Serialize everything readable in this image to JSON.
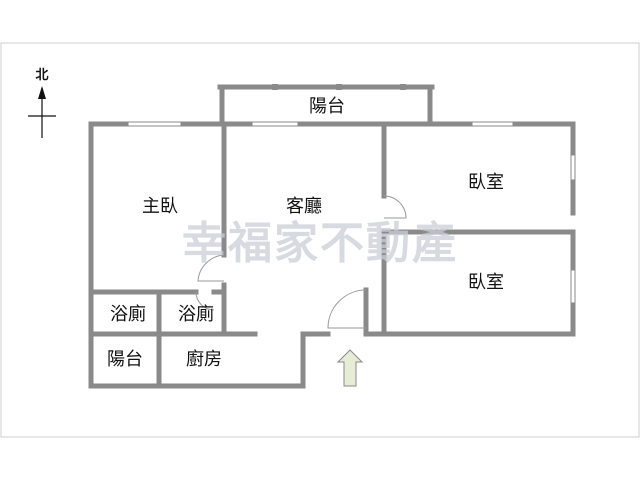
{
  "compass": {
    "label": "北"
  },
  "rooms": {
    "balcony_north": "陽台",
    "master_bedroom": "主臥",
    "living_room": "客廳",
    "bedroom_1": "臥室",
    "bedroom_2": "臥室",
    "bathroom_1": "浴廁",
    "bathroom_2": "浴廁",
    "balcony_west": "陽台",
    "kitchen": "廚房"
  },
  "watermark": "幸福家不動產",
  "colors": {
    "wall": "#8a8a8a",
    "frame": "#cfcfcf",
    "entrance_arrow_fill": "#e6ecd6",
    "entrance_arrow_stroke": "#8a8a8a",
    "watermark": "#c9ced6"
  }
}
